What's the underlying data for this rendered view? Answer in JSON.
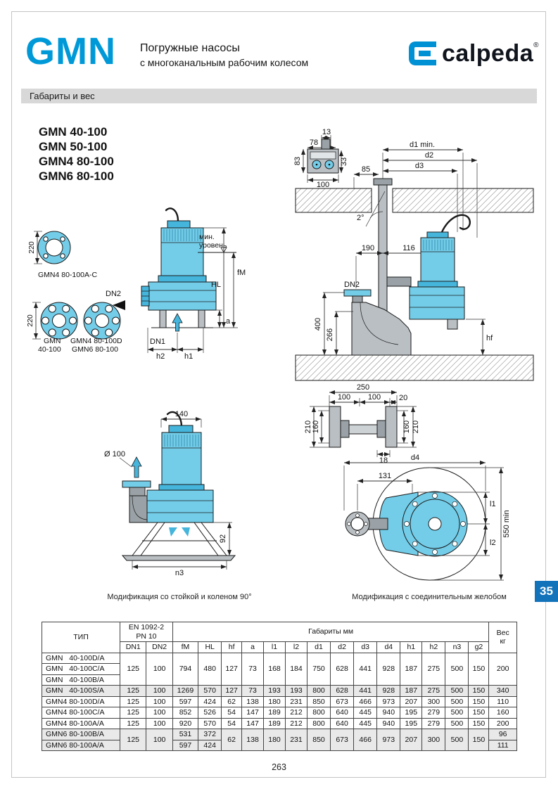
{
  "header": {
    "brand": "GMN",
    "subtitle1": "Погружные насосы",
    "subtitle2": "с многоканальным рабочим колесом",
    "logo_text": "calpeda",
    "logo_reg": "®"
  },
  "section_title": "Габариты и вес",
  "models": [
    "GMN 40-100",
    "GMN 50-100",
    "GMN4 80-100",
    "GMN6 80-100"
  ],
  "side_tab": "35",
  "page_number": "263",
  "captions": {
    "left": "Модификация со стойкой и коленом 90°",
    "right": "Модификация с соединительным желобом"
  },
  "drawings": {
    "flanges": {
      "dim220_top": "220",
      "dim220_bottom": "220",
      "label_top": "GMN4 80-100A-C",
      "dn2": "DN2",
      "label_left1": "GMN",
      "label_left2": "40-100",
      "label_right1": "GMN4 80-100D",
      "label_right2": "GMN6 80-100"
    },
    "pump_side": {
      "min_level1": "мин.",
      "min_level2": "уровень",
      "fM": "fM",
      "HL": "HL",
      "a": "a",
      "dn1": "DN1",
      "h2": "h2",
      "h1": "h1"
    },
    "clamp_detail": {
      "d13": "13",
      "d78": "78",
      "d83": "83",
      "d100": "100",
      "d33": "33"
    },
    "installation": {
      "d85": "85",
      "d1min": "d1 min.",
      "d2": "d2",
      "d3": "d3",
      "angle": "2°",
      "d190": "190",
      "d116": "116",
      "dn2": "DN2",
      "d400": "400",
      "d266": "266",
      "hf": "hf"
    },
    "channel": {
      "d250": "250",
      "d100a": "100",
      "d100b": "100",
      "d20": "20",
      "d210l": "210",
      "d160l": "160",
      "d160r": "160",
      "d210r": "210",
      "d18": "18"
    },
    "stand_pump": {
      "d140": "140",
      "dia100": "Ø 100",
      "d92": "92",
      "n3": "n3"
    },
    "top_view": {
      "d4": "d4",
      "d131": "131",
      "l1": "l1",
      "l2": "l2",
      "min550": "550 min"
    }
  },
  "table": {
    "header": {
      "tip": "ТИП",
      "en1": "EN 1092-2",
      "en2": "PN 10",
      "gabarity": "Габариты  мм",
      "ves1": "Вес",
      "ves2": "кг",
      "cols": [
        "DN1",
        "DN2",
        "fM",
        "HL",
        "hf",
        "a",
        "l1",
        "l2",
        "d1",
        "d2",
        "d3",
        "d4",
        "h1",
        "h2",
        "n3",
        "g2"
      ]
    },
    "rows": [
      {
        "cells": [
          {
            "v": "GMN   40-100D/A",
            "c": "type"
          },
          {
            "v": "125",
            "rs": 3
          },
          {
            "v": "100",
            "rs": 3
          },
          {
            "v": "794",
            "rs": 3
          },
          {
            "v": "480",
            "rs": 3
          },
          {
            "v": "127",
            "rs": 3
          },
          {
            "v": "73",
            "rs": 3
          },
          {
            "v": "168",
            "rs": 3
          },
          {
            "v": "184",
            "rs": 3
          },
          {
            "v": "750",
            "rs": 3
          },
          {
            "v": "628",
            "rs": 3
          },
          {
            "v": "441",
            "rs": 3
          },
          {
            "v": "928",
            "rs": 3
          },
          {
            "v": "187",
            "rs": 3
          },
          {
            "v": "275",
            "rs": 3
          },
          {
            "v": "500",
            "rs": 3
          },
          {
            "v": "150",
            "rs": 3
          },
          {
            "v": "200",
            "rs": 3
          }
        ]
      },
      {
        "cells": [
          {
            "v": "GMN   40-100C/A",
            "c": "type"
          }
        ]
      },
      {
        "cells": [
          {
            "v": "GMN   40-100B/A",
            "c": "type"
          }
        ]
      },
      {
        "shade": true,
        "cells": [
          {
            "v": "GMN   40-100S/A",
            "c": "type"
          },
          {
            "v": "125"
          },
          {
            "v": "100"
          },
          {
            "v": "1269"
          },
          {
            "v": "570"
          },
          {
            "v": "127"
          },
          {
            "v": "73"
          },
          {
            "v": "193"
          },
          {
            "v": "193"
          },
          {
            "v": "800"
          },
          {
            "v": "628"
          },
          {
            "v": "441"
          },
          {
            "v": "928"
          },
          {
            "v": "187"
          },
          {
            "v": "275"
          },
          {
            "v": "500"
          },
          {
            "v": "150"
          },
          {
            "v": "340"
          }
        ]
      },
      {
        "cells": [
          {
            "v": "GMN4 80-100D/A",
            "c": "type"
          },
          {
            "v": "125"
          },
          {
            "v": "100"
          },
          {
            "v": "597"
          },
          {
            "v": "424"
          },
          {
            "v": "62"
          },
          {
            "v": "138"
          },
          {
            "v": "180"
          },
          {
            "v": "231"
          },
          {
            "v": "850"
          },
          {
            "v": "673"
          },
          {
            "v": "466"
          },
          {
            "v": "973"
          },
          {
            "v": "207"
          },
          {
            "v": "300"
          },
          {
            "v": "500"
          },
          {
            "v": "150"
          },
          {
            "v": "110"
          }
        ]
      },
      {
        "cells": [
          {
            "v": "GMN4 80-100C/A",
            "c": "type"
          },
          {
            "v": "125"
          },
          {
            "v": "100"
          },
          {
            "v": "852"
          },
          {
            "v": "526"
          },
          {
            "v": "54"
          },
          {
            "v": "147"
          },
          {
            "v": "189"
          },
          {
            "v": "212"
          },
          {
            "v": "800"
          },
          {
            "v": "640"
          },
          {
            "v": "445"
          },
          {
            "v": "940"
          },
          {
            "v": "195"
          },
          {
            "v": "279"
          },
          {
            "v": "500"
          },
          {
            "v": "150"
          },
          {
            "v": "160"
          }
        ]
      },
      {
        "cells": [
          {
            "v": "GMN4 80-100A/A",
            "c": "type"
          },
          {
            "v": "125"
          },
          {
            "v": "100"
          },
          {
            "v": "920"
          },
          {
            "v": "570"
          },
          {
            "v": "54"
          },
          {
            "v": "147"
          },
          {
            "v": "189"
          },
          {
            "v": "212"
          },
          {
            "v": "800"
          },
          {
            "v": "640"
          },
          {
            "v": "445"
          },
          {
            "v": "940"
          },
          {
            "v": "195"
          },
          {
            "v": "279"
          },
          {
            "v": "500"
          },
          {
            "v": "150"
          },
          {
            "v": "200"
          }
        ]
      },
      {
        "shade": true,
        "cells": [
          {
            "v": "GMN6 80-100B/A",
            "c": "type"
          },
          {
            "v": "125",
            "rs": 2
          },
          {
            "v": "100",
            "rs": 2
          },
          {
            "v": "531"
          },
          {
            "v": "372"
          },
          {
            "v": "62",
            "rs": 2
          },
          {
            "v": "138",
            "rs": 2
          },
          {
            "v": "180",
            "rs": 2
          },
          {
            "v": "231",
            "rs": 2
          },
          {
            "v": "850",
            "rs": 2
          },
          {
            "v": "673",
            "rs": 2
          },
          {
            "v": "466",
            "rs": 2
          },
          {
            "v": "973",
            "rs": 2
          },
          {
            "v": "207",
            "rs": 2
          },
          {
            "v": "300",
            "rs": 2
          },
          {
            "v": "500",
            "rs": 2
          },
          {
            "v": "150",
            "rs": 2
          },
          {
            "v": "96"
          }
        ]
      },
      {
        "shade": true,
        "cells": [
          {
            "v": "GMN6 80-100A/A",
            "c": "type"
          },
          {
            "v": "597"
          },
          {
            "v": "424"
          },
          {
            "v": "111"
          }
        ]
      }
    ]
  }
}
